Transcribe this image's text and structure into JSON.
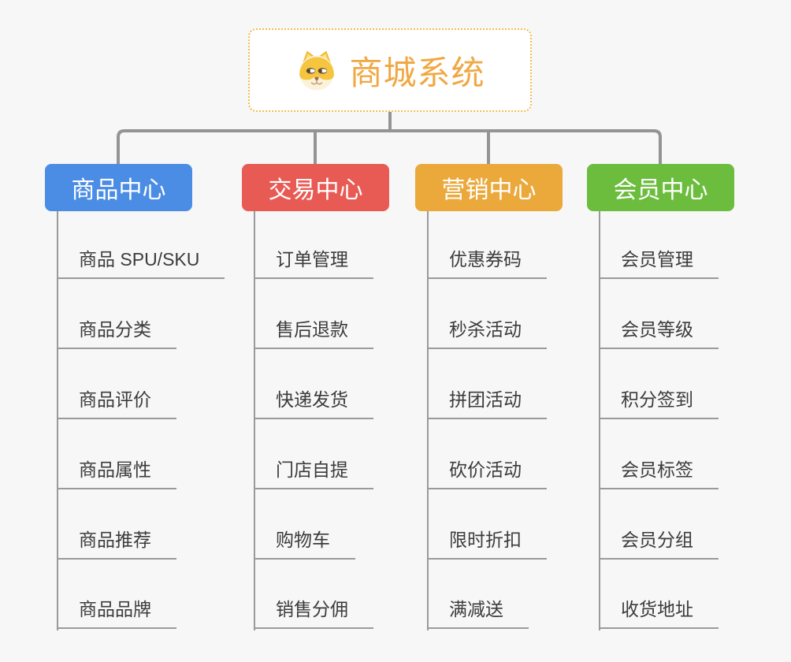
{
  "root": {
    "title": "商城系统",
    "title_color": "#F0A843",
    "border_color": "#F3BB4F",
    "icon": "dog-face-icon"
  },
  "connector_color": "#949494",
  "branches": [
    {
      "label": "商品中心",
      "color": "#4B8DE5",
      "items": [
        "商品 SPU/SKU",
        "商品分类",
        "商品评价",
        "商品属性",
        "商品推荐",
        "商品品牌"
      ]
    },
    {
      "label": "交易中心",
      "color": "#E85B55",
      "items": [
        "订单管理",
        "售后退款",
        "快递发货",
        "门店自提",
        "购物车",
        "销售分佣"
      ]
    },
    {
      "label": "营销中心",
      "color": "#EBA93C",
      "items": [
        "优惠券码",
        "秒杀活动",
        "拼团活动",
        "砍价活动",
        "限时折扣",
        "满减送"
      ]
    },
    {
      "label": "会员中心",
      "color": "#6CBD3E",
      "items": [
        "会员管理",
        "会员等级",
        "积分签到",
        "会员标签",
        "会员分组",
        "收货地址"
      ]
    }
  ]
}
